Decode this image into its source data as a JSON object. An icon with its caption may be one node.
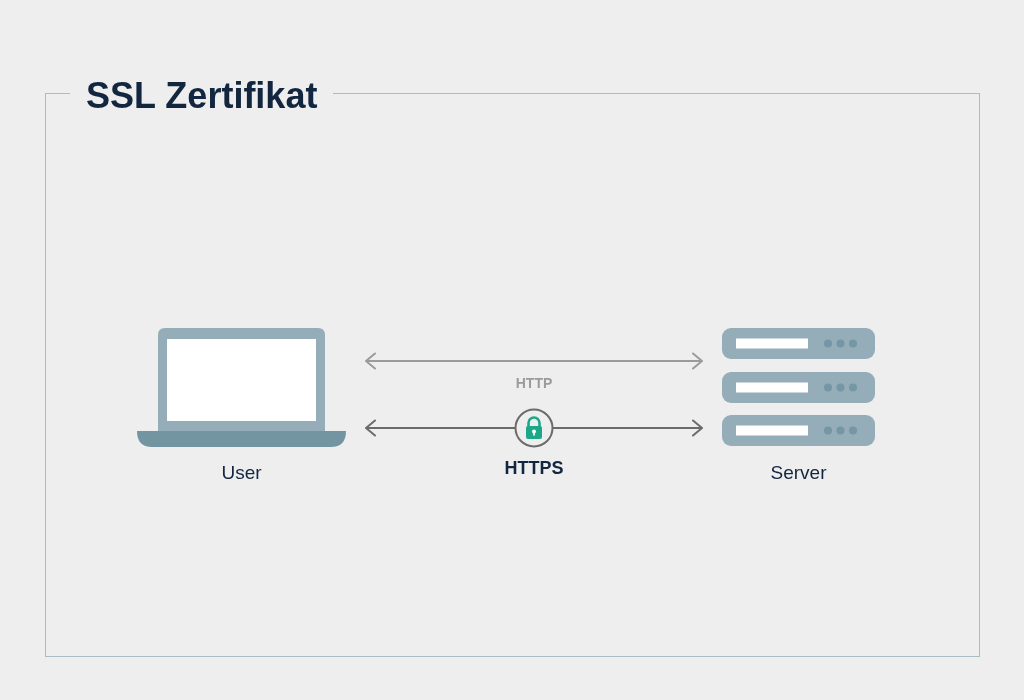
{
  "diagram": {
    "title": "SSL Zertifikat",
    "nodes": [
      {
        "text": [],
        "shape": "picture",
        "beside": [
          "User"
        ]
      },
      {
        "text": [],
        "shape": "picture",
        "beside": [
          "Server"
        ]
      }
    ],
    "edges": [
      {
        "from": 0,
        "to": 1,
        "arrow": "both",
        "label": "HTTP",
        "color": "#9b9b9b"
      },
      {
        "from": 0,
        "to": 1,
        "arrow": "both",
        "label": "HTTPS"
      }
    ]
  }
}
